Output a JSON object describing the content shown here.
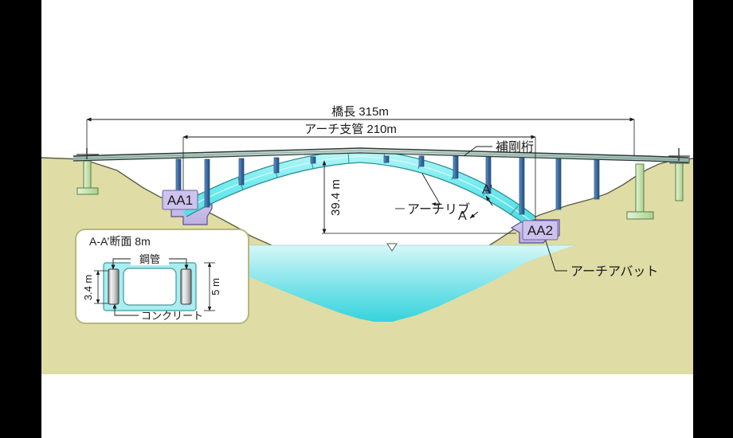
{
  "figure": {
    "type": "bridge-elevation-diagram",
    "subject": "arch bridge elevation with cross-section inset",
    "background_color": "#ffffff",
    "letterbox_color": "#000000"
  },
  "dimensions": {
    "bridge_length": {
      "label": "橋長 315m",
      "value": 315,
      "unit": "m"
    },
    "arch_span": {
      "label": "アーチ支管 210m",
      "value": 210,
      "unit": "m"
    },
    "arch_rise": {
      "label": "39.4 m",
      "value": 39.4,
      "unit": "m"
    }
  },
  "labels": {
    "stiffening_girder": "補剛桁",
    "arch_rib": "アーチリブ",
    "arch_abutment": "アーチアバット",
    "abutment_left": "AA1",
    "abutment_right": "AA2",
    "section_marker_a": "A",
    "section_marker_a_prime": "A’"
  },
  "inset": {
    "title": "A-A’断面 8m",
    "steel_pipe": "鋼管",
    "concrete": "コンクリート",
    "height_label": "3.4 m",
    "width_label": "5 m"
  },
  "colors": {
    "ground": "#dfdca5",
    "ground_line": "#6b6b4e",
    "water_top": "#cdf4f6",
    "water_bottom": "#2fd4dd",
    "arch_rib_fill": "#7deef0",
    "arch_rib_edge": "#2a8f95",
    "deck_fill": "#bcd6cf",
    "deck_edge": "#2f3b36",
    "spandrel_column": "#3f72ad",
    "approach_pier": "#cfe6bc",
    "abutment_fill": "#c9bfe8",
    "abutment_edge": "#5a4f8c",
    "inset_panel": "#ffffff",
    "inset_border": "#b7b77e",
    "section_box_fill": "#a8eef0",
    "text": "#1a1a1a"
  }
}
